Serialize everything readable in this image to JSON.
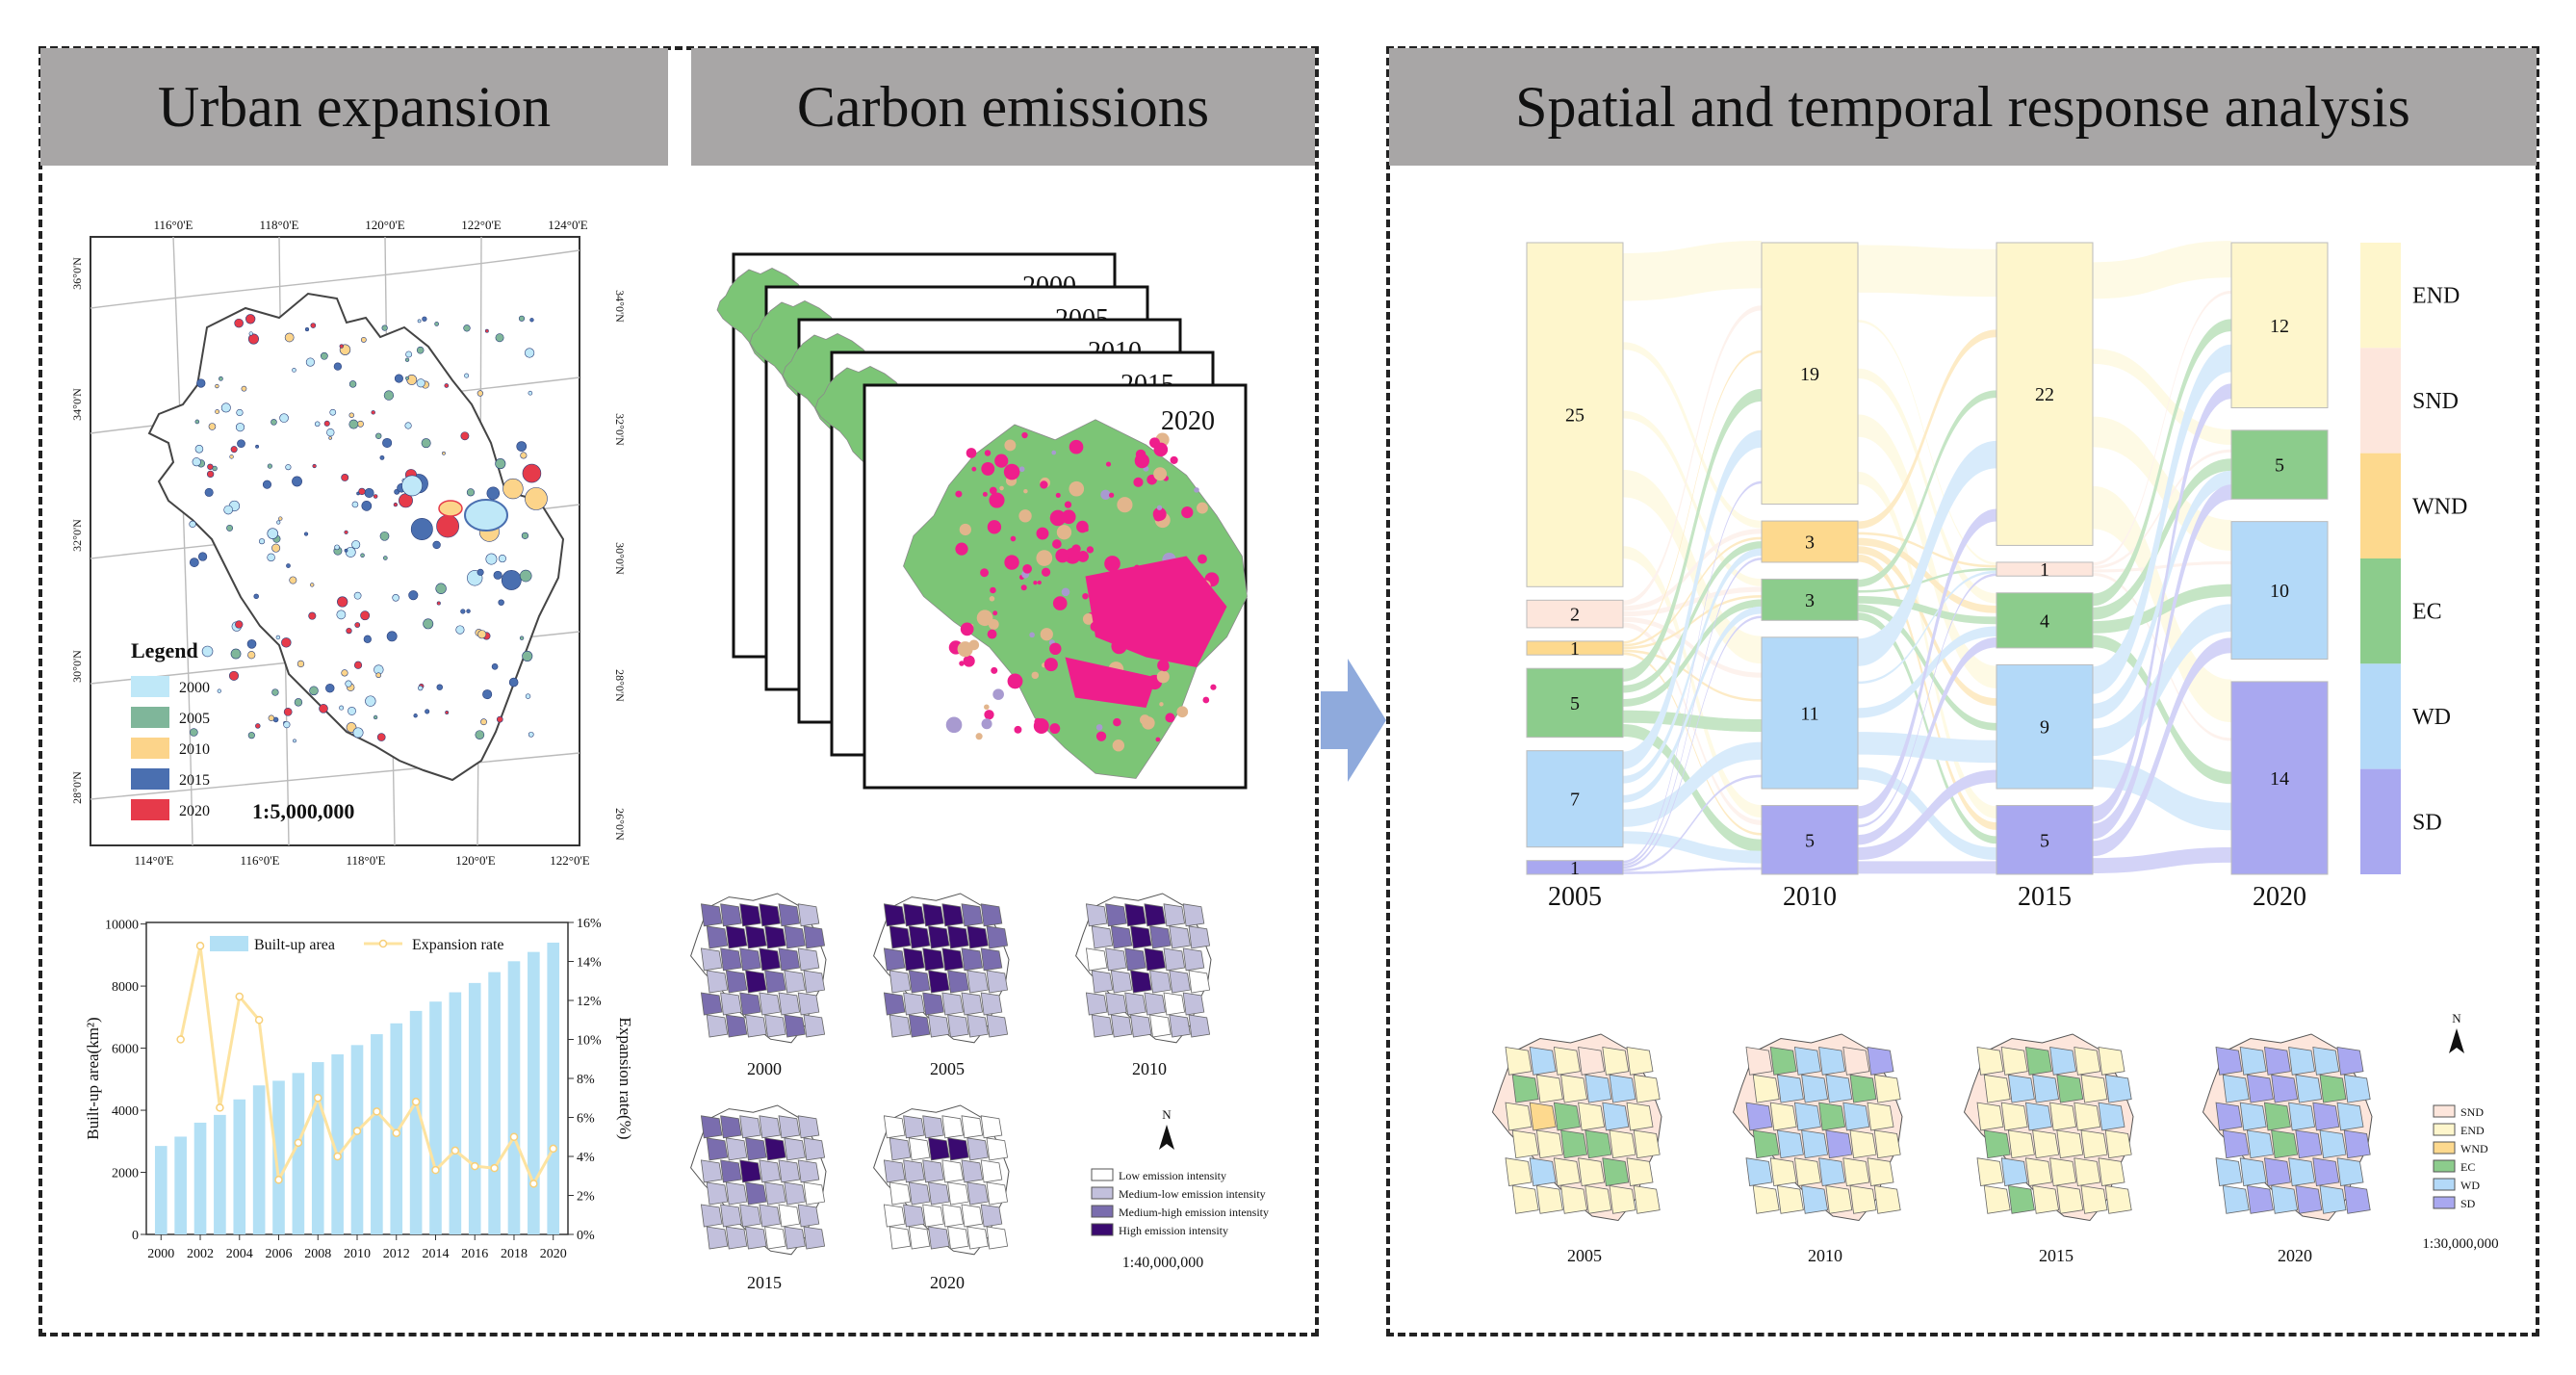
{
  "headers": {
    "urban": "Urban expansion",
    "carbon": "Carbon emissions",
    "response": "Spatial and temporal response analysis"
  },
  "urban_map": {
    "top_ticks": [
      "116°0'E",
      "118°0'E",
      "120°0'E",
      "122°0'E",
      "124°0'E"
    ],
    "bottom_ticks": [
      "114°0'E",
      "116°0'E",
      "118°0'E",
      "120°0'E",
      "122°0'E"
    ],
    "left_ticks": [
      "36°0'N",
      "34°0'N",
      "32°0'N",
      "30°0'N",
      "28°0'N"
    ],
    "right_ticks": [
      "34°0'N",
      "32°0'N",
      "30°0'N",
      "28°0'N",
      "26°0'N"
    ],
    "legend_title": "Legend",
    "legend": [
      {
        "label": "2000",
        "color": "#bfe8f8"
      },
      {
        "label": "2005",
        "color": "#7fb69a"
      },
      {
        "label": "2010",
        "color": "#fcd48a"
      },
      {
        "label": "2015",
        "color": "#4a6fb0"
      },
      {
        "label": "2020",
        "color": "#e63a4a"
      }
    ],
    "scale": "1:5,000,000"
  },
  "built_chart": {
    "type": "bar",
    "legend_bar": "Built-up area",
    "legend_line": "Expansion rate",
    "ylabel_left": "Built-up area(km²)",
    "ylabel_right": "Expansion rate(%)",
    "left_ticks": [
      "0",
      "2000",
      "4000",
      "6000",
      "8000",
      "10000"
    ],
    "right_ticks": [
      "0%",
      "2%",
      "4%",
      "6%",
      "8%",
      "10%",
      "12%",
      "14%",
      "16%"
    ],
    "x_ticks": [
      "2000",
      "2002",
      "2004",
      "2006",
      "2008",
      "2010",
      "2012",
      "2014",
      "2016",
      "2018",
      "2020"
    ],
    "x": [
      2000,
      2001,
      2002,
      2003,
      2004,
      2005,
      2006,
      2007,
      2008,
      2009,
      2010,
      2011,
      2012,
      2013,
      2014,
      2015,
      2016,
      2017,
      2018,
      2019,
      2020
    ],
    "area": [
      2850,
      3150,
      3600,
      3850,
      4350,
      4800,
      4950,
      5200,
      5550,
      5800,
      6100,
      6450,
      6800,
      7200,
      7500,
      7800,
      8100,
      8450,
      8800,
      9100,
      9400
    ],
    "rate": [
      null,
      10.0,
      14.8,
      6.5,
      12.2,
      11.0,
      2.8,
      4.7,
      7.0,
      4.0,
      5.3,
      6.3,
      5.2,
      6.8,
      3.3,
      4.3,
      3.5,
      3.4,
      5.0,
      2.6,
      4.4
    ],
    "ylim_left": [
      0,
      10000
    ],
    "ylim_right": [
      0,
      16
    ],
    "bar_color": "#b3e0f5",
    "line_color": "#fde3a0"
  },
  "carbon_stack": {
    "years": [
      "2000",
      "2005",
      "2010",
      "2015",
      "2020"
    ],
    "colors": {
      "green": "#7cc576",
      "pink": "#ee1e8c",
      "tan": "#e2b58c",
      "purple": "#a89ad0"
    }
  },
  "intensity_maps": {
    "labels": [
      "2000",
      "2005",
      "2010",
      "2015",
      "2020"
    ],
    "legend": [
      {
        "label": "Low emission intensity",
        "color": "#ffffff"
      },
      {
        "label": "Medium-low emission intensity",
        "color": "#c2c0dc"
      },
      {
        "label": "Medium-high emission intensity",
        "color": "#7a6dae"
      },
      {
        "label": "High emission intensity",
        "color": "#3a0a70"
      }
    ],
    "scale": "1:40,000,000"
  },
  "sankey": {
    "years": [
      "2005",
      "2010",
      "2015",
      "2020"
    ],
    "categories": [
      {
        "key": "END",
        "label": "END",
        "color": "#fef6cc"
      },
      {
        "key": "SND",
        "label": "SND",
        "color": "#fde6dc"
      },
      {
        "key": "WND",
        "label": "WND",
        "color": "#fdd98e"
      },
      {
        "key": "EC",
        "label": "EC",
        "color": "#8ccc8c"
      },
      {
        "key": "WD",
        "label": "WD",
        "color": "#b3d9f8"
      },
      {
        "key": "SD",
        "label": "SD",
        "color": "#a9a8f0"
      }
    ],
    "columns": [
      [
        {
          "c": "END",
          "v": 25
        },
        {
          "c": "SND",
          "v": 2
        },
        {
          "c": "WND",
          "v": 1
        },
        {
          "c": "EC",
          "v": 5
        },
        {
          "c": "WD",
          "v": 7
        },
        {
          "c": "SD",
          "v": 1
        }
      ],
      [
        {
          "c": "END",
          "v": 19
        },
        {
          "c": "WND",
          "v": 3
        },
        {
          "c": "EC",
          "v": 3
        },
        {
          "c": "WD",
          "v": 11
        },
        {
          "c": "SD",
          "v": 5
        }
      ],
      [
        {
          "c": "END",
          "v": 22
        },
        {
          "c": "SND",
          "v": 1
        },
        {
          "c": "EC",
          "v": 4
        },
        {
          "c": "WD",
          "v": 9
        },
        {
          "c": "SD",
          "v": 5
        }
      ],
      [
        {
          "c": "END",
          "v": 12
        },
        {
          "c": "EC",
          "v": 5
        },
        {
          "c": "WD",
          "v": 10
        },
        {
          "c": "SD",
          "v": 14
        }
      ]
    ]
  },
  "response_maps": {
    "labels": [
      "2005",
      "2010",
      "2015",
      "2020"
    ],
    "legend": [
      {
        "label": "SND",
        "color": "#fde6dc"
      },
      {
        "label": "END",
        "color": "#fef6cc"
      },
      {
        "label": "WND",
        "color": "#fdd98e"
      },
      {
        "label": "EC",
        "color": "#8ccc8c"
      },
      {
        "label": "WD",
        "color": "#b3d9f8"
      },
      {
        "label": "SD",
        "color": "#a9a8f0"
      }
    ],
    "scale": "1:30,000,000",
    "north": "N"
  },
  "arrow_color": "#8faadc"
}
